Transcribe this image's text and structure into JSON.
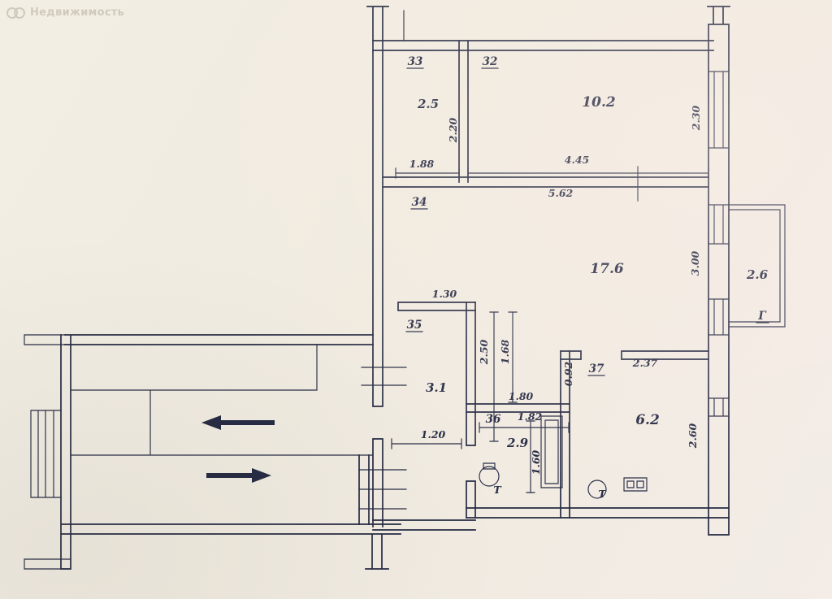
{
  "watermark": {
    "brand": "Недвижимость"
  },
  "plan": {
    "room_numbers": {
      "n33": "33",
      "n32": "32",
      "n34": "34",
      "n35": "35",
      "n36": "36",
      "n37": "37"
    },
    "areas": {
      "a25": "2.5",
      "a102": "10.2",
      "a176": "17.6",
      "a31": "3.1",
      "a29": "2.9",
      "a62": "6.2",
      "a26": "2.6"
    },
    "balcony_letter": "Г",
    "dimensions": {
      "d188": "1.88",
      "d220": "2.20",
      "d230": "2.30",
      "d445": "4.45",
      "d562": "5.62",
      "d130": "1.30",
      "d300": "3.00",
      "d250": "2.50",
      "d168": "1.68",
      "d092": "0.92",
      "d237": "2.37",
      "d180": "1.80",
      "d182": "1.82",
      "d120": "1.20",
      "d160": "1.60",
      "d260": "2.60"
    },
    "fixture_marks": {
      "t1": "Т",
      "t2": "Т"
    }
  },
  "colors": {
    "ink": "#252a43",
    "paper": "#f1ece1"
  }
}
